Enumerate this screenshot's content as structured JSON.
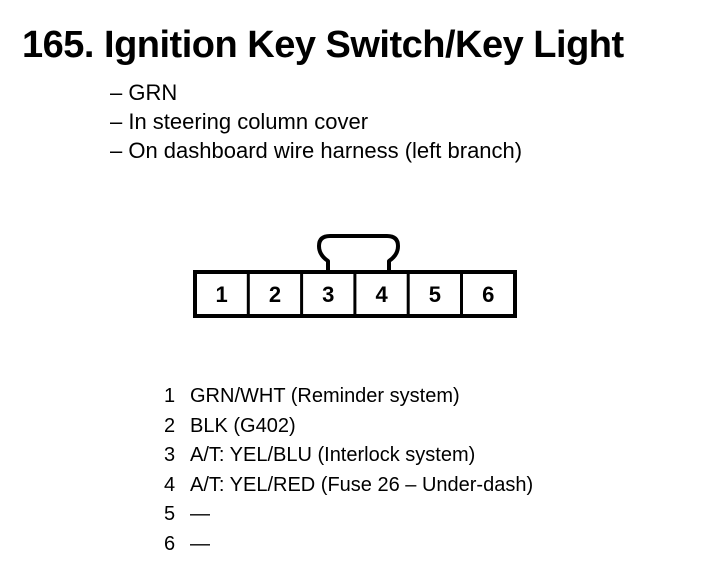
{
  "title": "165. Ignition Key Switch/Key Light",
  "notes": [
    "– GRN",
    "– In steering column cover",
    "– On dashboard wire harness (left branch)"
  ],
  "connector": {
    "pins": [
      "1",
      "2",
      "3",
      "4",
      "5",
      "6"
    ]
  },
  "pin_list": [
    {
      "num": "1",
      "desc": "GRN/WHT (Reminder system)"
    },
    {
      "num": "2",
      "desc": "BLK (G402)"
    },
    {
      "num": "3",
      "desc": "A/T: YEL/BLU (Interlock system)"
    },
    {
      "num": "4",
      "desc": "A/T: YEL/RED (Fuse 26 – Under-dash)"
    },
    {
      "num": "5",
      "desc": "—"
    },
    {
      "num": "6",
      "desc": "—"
    }
  ]
}
